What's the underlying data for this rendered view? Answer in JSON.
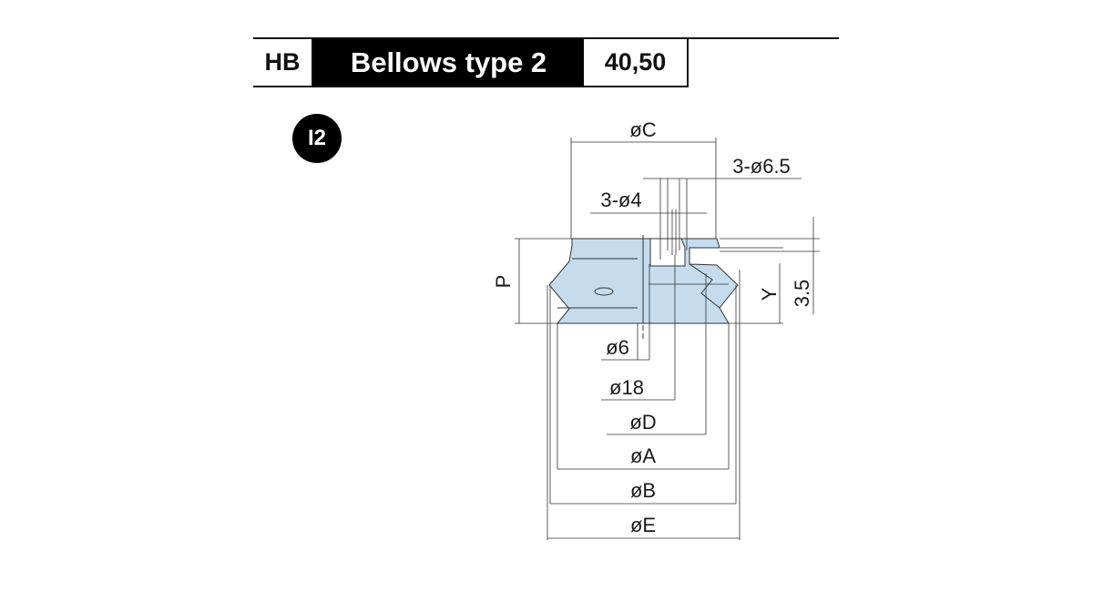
{
  "header": {
    "series": "HB",
    "type_label": "Bellows type 2",
    "sizes": "40,50"
  },
  "badge": {
    "label": "I2"
  },
  "diagram": {
    "fill_color": "#c5dcee",
    "dimensions": {
      "dia_c": "øC",
      "holes_6_5": "3-ø6.5",
      "holes_4": "3-ø4",
      "height_p": "P",
      "height_y": "Y",
      "dim_3_5": "3.5",
      "dia_6": "ø6",
      "dia_18": "ø18",
      "dia_d": "øD",
      "dia_a": "øA",
      "dia_b": "øB",
      "dia_e": "øE"
    }
  }
}
